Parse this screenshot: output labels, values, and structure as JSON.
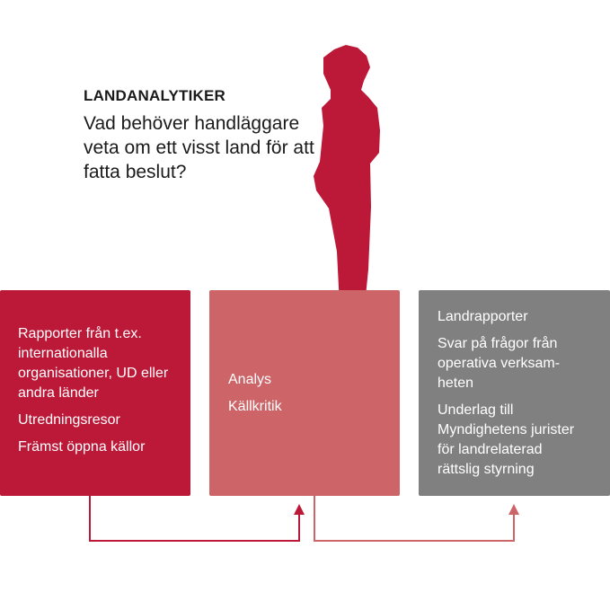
{
  "heading": "LANDANALYTIKER",
  "question": "Vad behöver handläggare veta om ett visst land för att fatta beslut?",
  "boxes": [
    {
      "items": [
        "Rapporter från t.ex. internationalla organisationer, UD eller andra länder",
        "Utredningsresor",
        "Främst öppna källor"
      ]
    },
    {
      "items": [
        "Analys",
        "Källkritik"
      ]
    },
    {
      "items": [
        "Landrapporter",
        "Svar på frågor från operativa verksam­heten",
        "Underlag till Myndighetens jurister för landrelate­rad rättslig styrning"
      ]
    }
  ],
  "colors": {
    "input": "#bc1838",
    "analysis": "#cd6568",
    "output": "#808080"
  }
}
